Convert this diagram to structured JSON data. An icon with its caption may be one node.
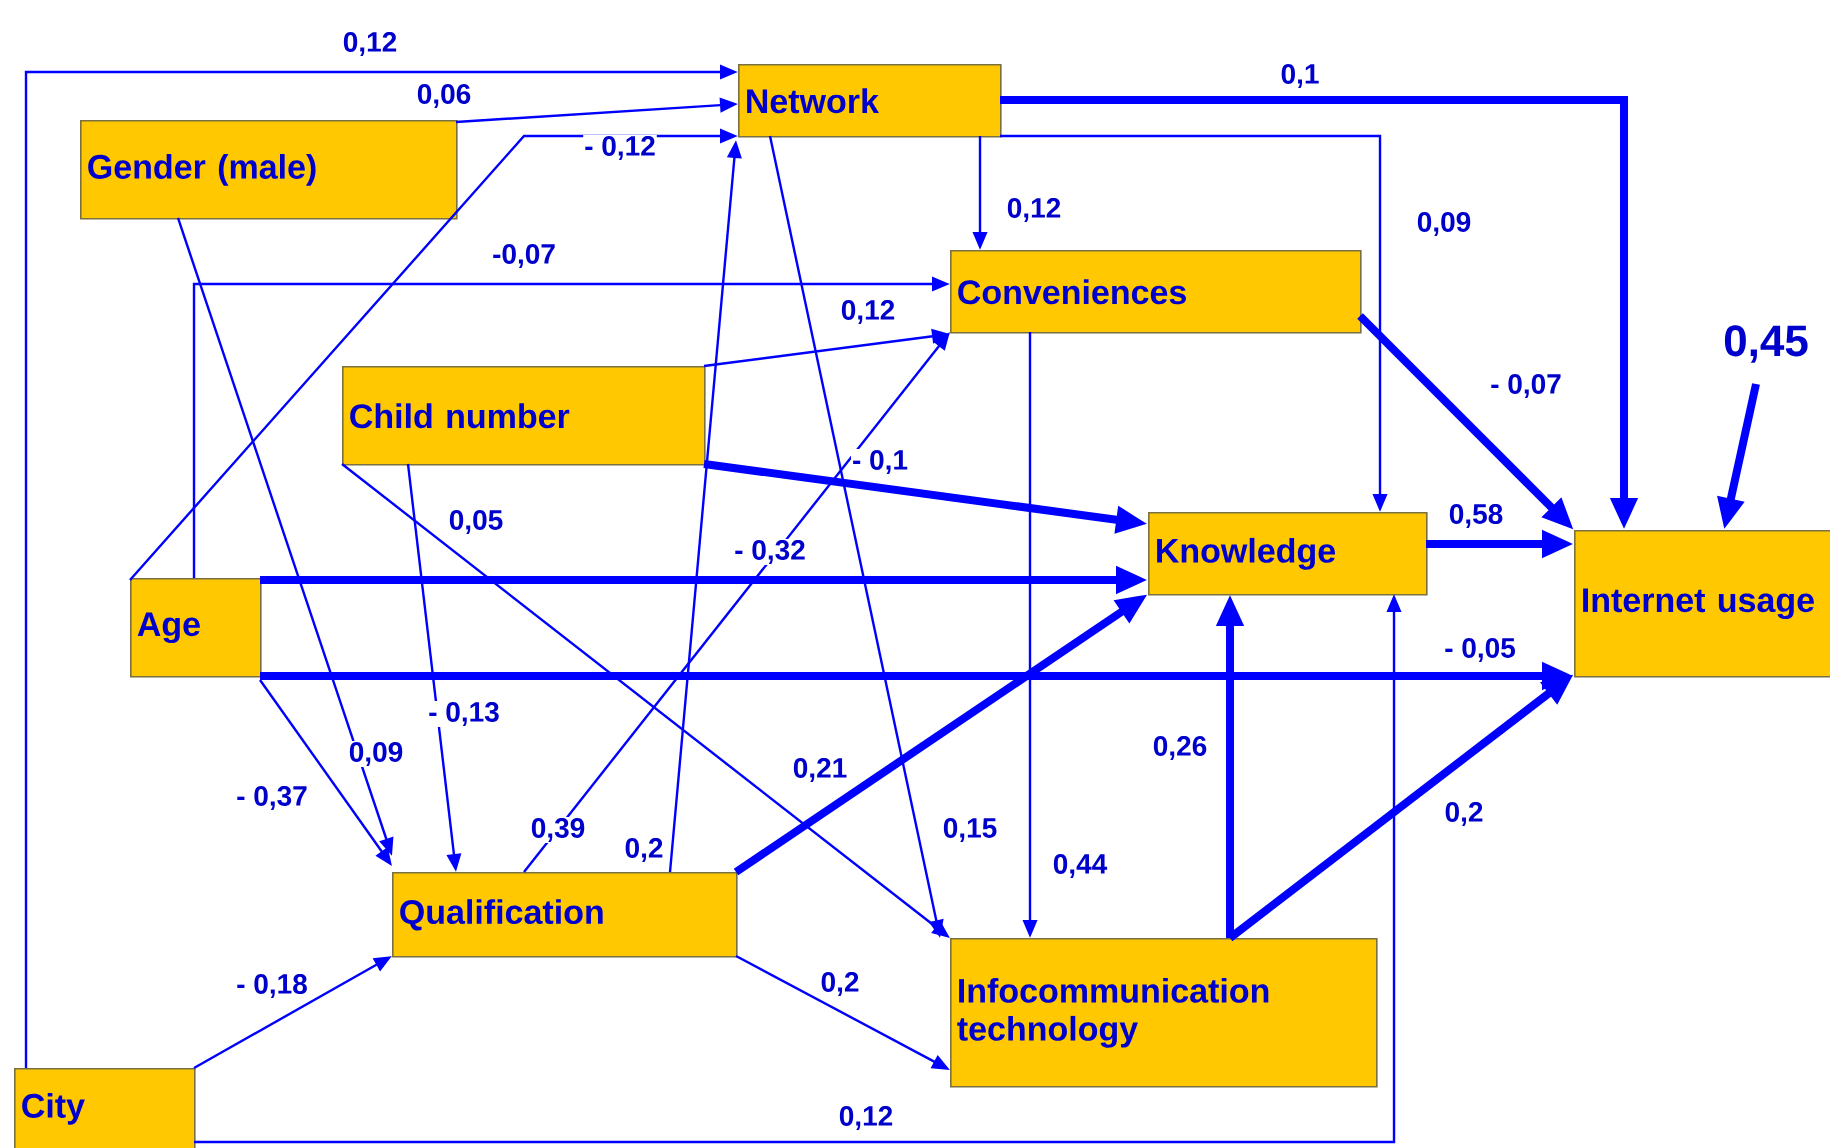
{
  "diagram": {
    "nodes": [
      {
        "text": [
          "Network"
        ]
      },
      {
        "text": [
          "Gender (male)"
        ]
      },
      {
        "text": [
          "Conveniences"
        ]
      },
      {
        "text": [
          "Child number"
        ]
      },
      {
        "text": [
          "Age"
        ]
      },
      {
        "text": [
          "Knowledge"
        ]
      },
      {
        "text": [
          "Internet usage"
        ]
      },
      {
        "text": [
          "Qualification"
        ]
      },
      {
        "text": [
          "Infocommunication technology"
        ]
      },
      {
        "text": [
          "City"
        ]
      }
    ],
    "edges": [
      {
        "from": 9,
        "to": 0,
        "arrow": "to",
        "label": "0,12"
      },
      {
        "from": 1,
        "to": 0,
        "arrow": "to",
        "label": "0,06"
      },
      {
        "from": 4,
        "to": 0,
        "arrow": "to",
        "label": "- 0,12"
      },
      {
        "from": 4,
        "to": 2,
        "arrow": "to",
        "label": "-0,07"
      },
      {
        "from": 3,
        "to": 2,
        "arrow": "to",
        "label": "0,12"
      },
      {
        "from": 3,
        "to": 5,
        "arrow": "to",
        "label": "- 0,1",
        "style": "thick"
      },
      {
        "from": 3,
        "to": 7,
        "arrow": "to",
        "label": "- 0,13"
      },
      {
        "from": 3,
        "to": 8,
        "arrow": "to",
        "label": "0,05"
      },
      {
        "from": 1,
        "to": 7,
        "arrow": "to",
        "label": "0,09"
      },
      {
        "from": 4,
        "to": 7,
        "arrow": "to",
        "label": "- 0,37"
      },
      {
        "from": 7,
        "to": 2,
        "arrow": "to",
        "label": "0,39"
      },
      {
        "from": 7,
        "to": 0,
        "arrow": "to",
        "label": "0,2"
      },
      {
        "from": 0,
        "to": 8,
        "arrow": "to",
        "label": "0,15"
      },
      {
        "from": 4,
        "to": 5,
        "arrow": "to",
        "label": "- 0,32",
        "style": "thick"
      },
      {
        "from": 4,
        "to": 6,
        "arrow": "to",
        "label": "- 0,05",
        "style": "thick"
      },
      {
        "from": 7,
        "to": 5,
        "arrow": "to",
        "label": "0,21",
        "style": "thick"
      },
      {
        "from": 9,
        "to": 7,
        "arrow": "to",
        "label": "- 0,18"
      },
      {
        "from": 7,
        "to": 8,
        "arrow": "to",
        "label": "0,2"
      },
      {
        "from": 9,
        "to": 5,
        "arrow": "to",
        "label": "0,12"
      },
      {
        "from": 0,
        "to": 2,
        "arrow": "to",
        "label": "0,12"
      },
      {
        "from": 0,
        "to": 5,
        "arrow": "to",
        "label": "0,09"
      },
      {
        "from": 0,
        "to": 6,
        "arrow": "to",
        "label": "0,1",
        "style": "thick"
      },
      {
        "from": 2,
        "to": 6,
        "arrow": "to",
        "label": "- 0,07",
        "style": "thick"
      },
      {
        "from": 2,
        "to": 8,
        "arrow": "to",
        "label": "0,44"
      },
      {
        "from": 5,
        "to": 6,
        "arrow": "to",
        "label": "0,58",
        "style": "thick"
      },
      {
        "from": 8,
        "to": 5,
        "arrow": "to",
        "label": "0,26",
        "style": "thick"
      },
      {
        "from": 8,
        "to": 6,
        "arrow": "to",
        "label": "0,2",
        "style": "thick"
      },
      {
        "from": null,
        "to": 6,
        "arrow": "to",
        "label": "0,45",
        "style": "thick"
      }
    ]
  }
}
